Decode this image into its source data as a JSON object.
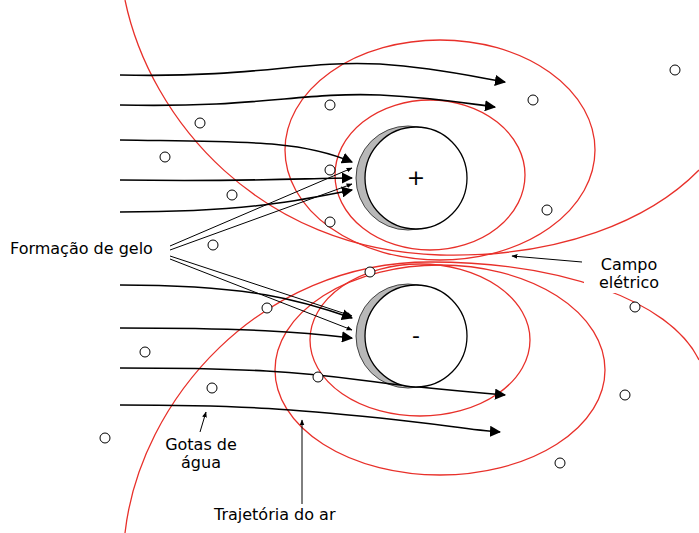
{
  "diagram": {
    "nodes": [
      {
        "text": [
          "+"
        ]
      },
      {
        "text": [
          "-"
        ]
      }
    ],
    "labels": [
      "Formação de gelo",
      "Campo elétrico",
      "Gotas de água",
      "Trajetória do ar"
    ]
  }
}
